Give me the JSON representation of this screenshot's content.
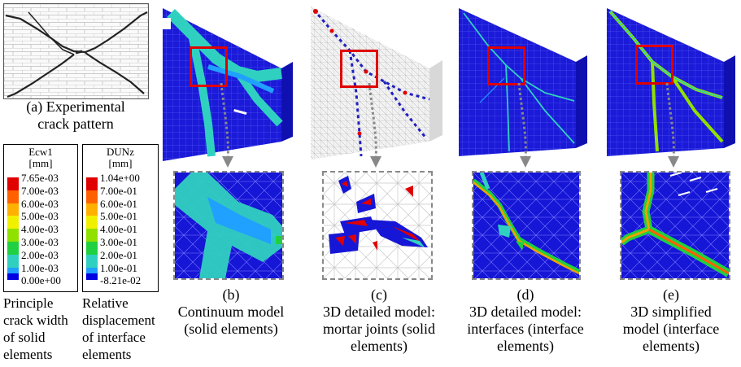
{
  "panel_a": {
    "caption_line1": "(a) Experimental",
    "caption_line2": "crack pattern"
  },
  "legend_ecw": {
    "title_line1": "Ecw1",
    "title_line2": "[mm]",
    "values": [
      "7.65e-03",
      "7.00e-03",
      "6.00e-03",
      "5.00e-03",
      "4.00e-03",
      "3.00e-03",
      "2.00e-03",
      "1.00e-03",
      "0.00e+00"
    ],
    "colors": [
      "#e00000",
      "#ff6000",
      "#ffb000",
      "#f0f000",
      "#90e000",
      "#20d040",
      "#30d0c0",
      "#20a0ff",
      "#0000e0"
    ],
    "description": [
      "Principle",
      "crack width",
      "of solid",
      "elements"
    ]
  },
  "legend_dunz": {
    "title_line1": "DUNz",
    "title_line2": "[mm]",
    "values": [
      "1.04e+00",
      "7.00e-01",
      "6.00e-01",
      "5.00e-01",
      "4.00e-01",
      "3.00e-01",
      "2.00e-01",
      "1.00e-01",
      "-8.21e-02"
    ],
    "colors": [
      "#e00000",
      "#ff6000",
      "#ffb000",
      "#f0f000",
      "#90e000",
      "#20d040",
      "#30d0c0",
      "#20a0ff",
      "#0000e0"
    ],
    "description": [
      "Relative",
      "displacement",
      "of interface",
      "elements"
    ]
  },
  "panels": [
    {
      "label": "(b)",
      "line1": "Continuum model",
      "line2": "(solid elements)",
      "line3": ""
    },
    {
      "label": "(c)",
      "line1": "3D detailed model:",
      "line2": "mortar joints (solid",
      "line3": "elements)"
    },
    {
      "label": "(d)",
      "line1": "3D detailed model:",
      "line2": "interfaces (interface",
      "line3": "elements)"
    },
    {
      "label": "(e)",
      "line1": "3D simplified",
      "line2": "model (interface",
      "line3": "elements)"
    }
  ]
}
